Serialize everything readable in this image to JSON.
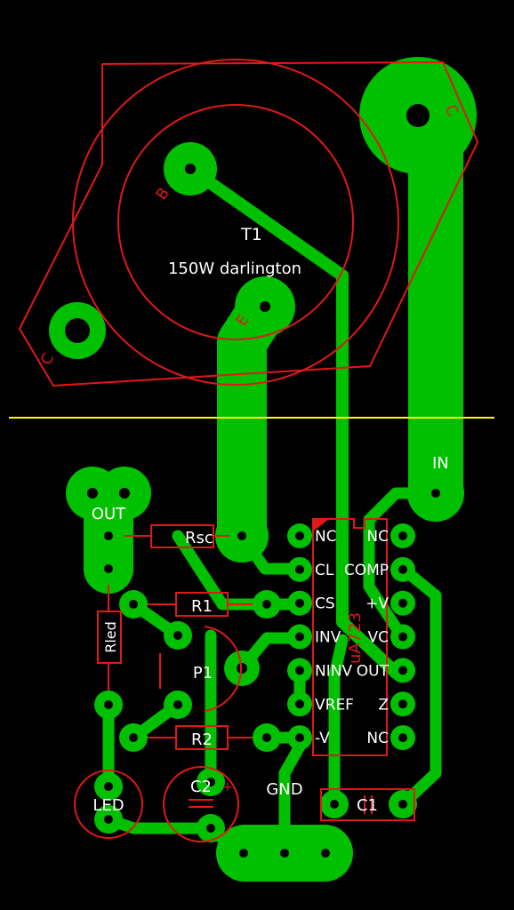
{
  "colors": {
    "background": "#000000",
    "copper": "#00c000",
    "silkscreen": "#e01818",
    "text": "#ffffff",
    "cut_line": "#ffff00"
  },
  "transistor": {
    "ref": "T1",
    "value": "150W darlington",
    "pins": {
      "base": "B",
      "emitter": "E",
      "collector": "C"
    }
  },
  "ic": {
    "part": "uA723",
    "left_pins": [
      "NC",
      "CL",
      "CS",
      "INV",
      "NINV",
      "VREF",
      "-V"
    ],
    "right_pins": [
      "NC",
      "COMP",
      "+V",
      "VC",
      "OUT",
      "Z",
      "NC"
    ]
  },
  "components": {
    "rsc": "Rsc",
    "r1": "R1",
    "r2": "R2",
    "p1": "P1",
    "rled": "Rled",
    "c1": "C1",
    "c2": "C2",
    "c2_polarity": "+",
    "led": "LED"
  },
  "connectors": {
    "out": "OUT",
    "in": "IN",
    "gnd": "GND"
  }
}
